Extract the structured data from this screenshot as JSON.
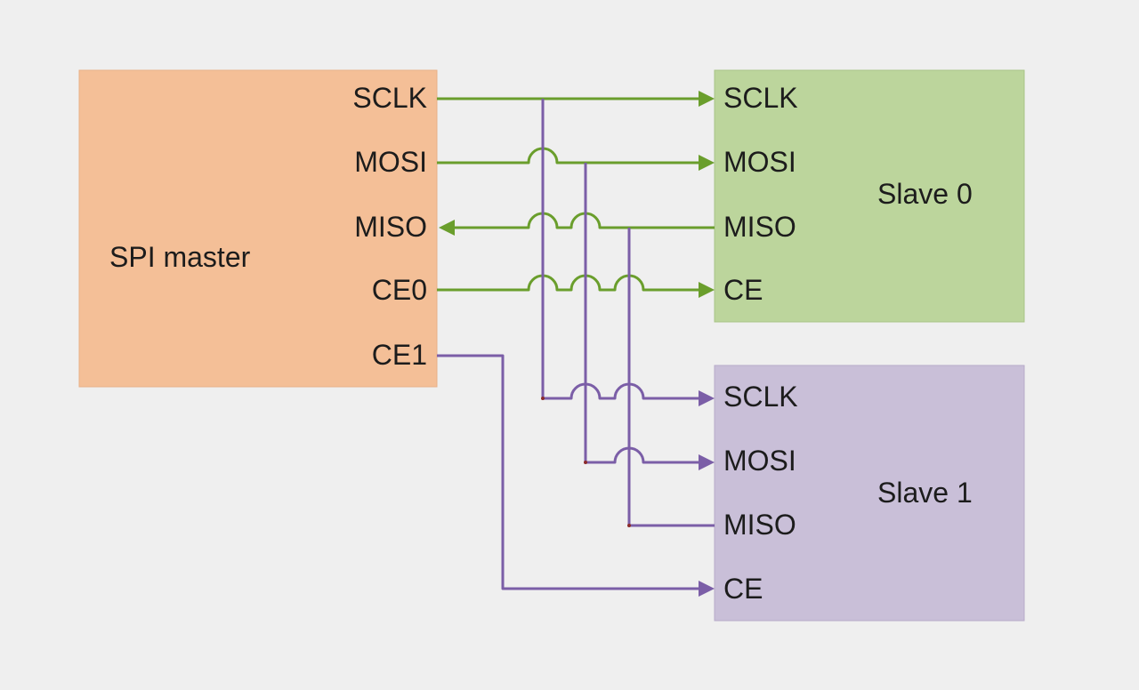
{
  "master": {
    "title": "SPI master",
    "color": "#f4bf97",
    "pins": [
      "SCLK",
      "MOSI",
      "MISO",
      "CE0",
      "CE1"
    ]
  },
  "slave0": {
    "title": "Slave 0",
    "color": "#bcd59c",
    "pins": [
      "SCLK",
      "MOSI",
      "MISO",
      "CE"
    ]
  },
  "slave1": {
    "title": "Slave 1",
    "color": "#c9bfd8",
    "pins": [
      "SCLK",
      "MOSI",
      "MISO",
      "CE"
    ]
  },
  "colors": {
    "background": "#efefef",
    "bus_to_slave0": "#6a9e2c",
    "bus_to_slave1": "#7b5ea7"
  }
}
